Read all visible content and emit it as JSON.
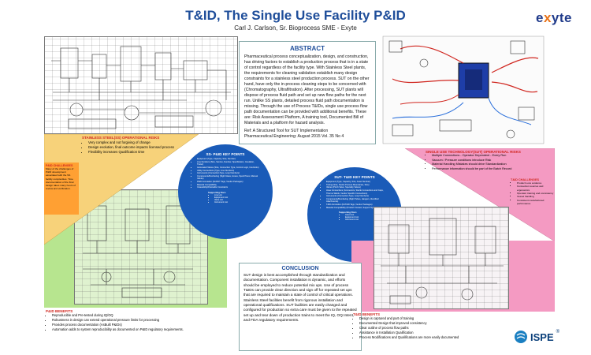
{
  "header": {
    "title": "T&ID, The Single Use Facility P&ID",
    "author": "Carl J. Carlson, Sr. Bioprocess SME - Exyte",
    "logo_prefix": "e",
    "logo_x": "x",
    "logo_suffix": "yte"
  },
  "abstract": {
    "heading": "ABSTRACT",
    "body": "Pharmaceutical process conceptualization, design, and construction, has driving factors to establish a production process that is in a state of control regardless of the facility type. With Stainless Steel plants, the requirements for cleaning validation establish many design constraints for a stainless steel production process. SUT on the other hand, have only the in-process cleaning steps to be concerned with (Chromatography, Ultrafiltration). After processing, SUT plants will dispose of process fluid path and set up new flow paths for the next run. Unlike SS plants, detailed process fluid path documentation is missing. Through the use of Process T&IDs, single use process flow path documentation can be provided with additional benefits. These are: Risk Assessment Platform, A training tool, Documented Bill of Materials and a platform for hazard analysis.",
    "ref1": "Ref: A Structured Tool for SUT Implementation",
    "ref2": "Pharmaceutical Engineering: August 2015 Vol. 35 No 4"
  },
  "ss_risks": {
    "heading": "STAINLESS STEEL(SS) OPERATIONAL RISKS",
    "items": [
      "Very complex and not forgiving of change",
      "Design evolution, final outcome impacts licensed process",
      "Flexibility increases Qualification time"
    ]
  },
  "pid_challenges": {
    "heading": "P&ID CHALLENGES",
    "body": "Many of the challenges of P&ID development associated with the SS facility complexities. Time documentation of the final design takes many hours of review and verification."
  },
  "ss_pid_key": {
    "heading": "SS- P&ID KEY POINTS",
    "items": [
      "Equipment (Type, Capacity, Size, Number)",
      "Line Numbers (Size, Service, Number, Specification, Insulation, Tracer)",
      "Automated Valves (Size, Connection Type, Control Logic, Interlocks)",
      "Utility Connections (Type, Line Numbers)",
      "Instruments (Connection Type, Loop Numbers)",
      "Components/Numbering (Sight Glass, Hoses, Spool Piece, Manual Valves)",
      "P&ID Annotation (DoP&IT Tags, Vendor Packages)",
      "Material Compatibility",
      "Cleanability/Drainable Constraints"
    ],
    "docs_heading": "Supporting Docs",
    "docs": [
      "Line List",
      "Equipment List",
      "Valve List",
      "Instrument List"
    ]
  },
  "sut_tid_key": {
    "heading": "SUT- T&ID KEY POINTS",
    "items": [
      "Equipment (Type, Capacity, Size, Asset Number)",
      "Tubing (Size, Sterile Process Boundaries, Size)",
      "Valves (Pinch Valve, Specialty Valves)",
      "Hose Connections (Connectors, Sterile Connections and Caps, Thermo Welds, Vendor Specific Connections)",
      "Instruments (Connection Type, Loop Numbers)",
      "Components/Numbering (Sight Tubes, Hangers, Identified Attachments)",
      "T&ID Annotation (DoT&ID Tags, Vendor Packages)",
      "Material Compatibility (Product Contact, Support Systems)"
    ],
    "docs_heading": "Supporting Docs",
    "docs": [
      "Asset List",
      "Equipment List",
      "Instrument List"
    ]
  },
  "sut_risks": {
    "heading": "SINGLE USE TECHNOLOGY(SUT) OPERATIONAL RISKS",
    "items": [
      "Multiple Connections - Operator Dependent - Every Run",
      "Vacuum / Pressure conditions introduce Risk",
      "Material Handling Mistakes should drive Standardization",
      "Performance information should be part of the Batch Record"
    ]
  },
  "tid_challenges": {
    "heading": "T&ID CHALLENGES",
    "items": [
      "Product Loss evidence",
      "Connection sources and ergonomics",
      "Operator training and consistency",
      "Vessel handling",
      "Consistent manufactured performance"
    ]
  },
  "conclusion": {
    "heading": "CONCLUSION",
    "body": "SUT design is best accomplished through standardization and documentation. Component installation is dynamic, and efforts should be employed to reduce potential mix ups. Use of process T&IDs can provide clear direction and sign off for repeated set ups that are required to maintain a state of control of critical operations. Stainless Steel facilities benefit from rigorous installation and operational qualifications. SUT facilities are easily changed and configured for production so extra care must be given to the repeated set up and tear down of production trains to meet the IQ, OQ Intent, and FDA regulatory requirements."
  },
  "pid_benefits": {
    "heading": "P&ID BENEFITS",
    "items": [
      "Reproducible and Pre-tested during IQ/OQ",
      "Robustness in design can extend operational pressure limits for processing",
      "Provides process documentation (AsBuilt P&IDs)",
      "Automation adds to system reproducibility as documented on P&ID regulatory requirements."
    ]
  },
  "tid_benefits": {
    "heading": "T&ID BENEFITS",
    "items": [
      "Design is captured and part of training",
      "Documented Design that improved consistency",
      "Clear outline of process flow paths",
      "Assistance in Installation Qualification",
      "Process Modifications and Qualifications are more easily documented"
    ]
  },
  "ispe": {
    "name": "ISPE",
    "mark": "®"
  },
  "colors": {
    "title_blue": "#1f4e9a",
    "blue_circle": "#1a5bb8",
    "green": "#b7e58f",
    "yellow": "#f7d27a",
    "orange": "#ffa033",
    "pink": "#f49ac2",
    "red": "#d0261f"
  }
}
